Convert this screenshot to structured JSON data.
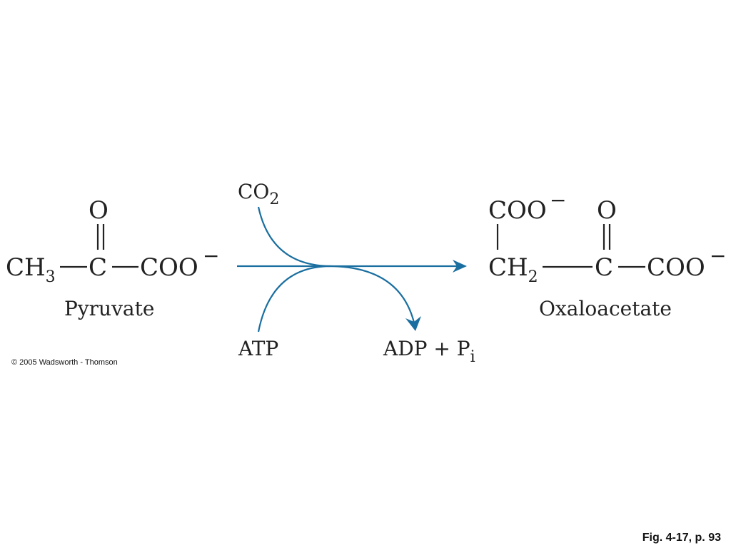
{
  "reaction": {
    "substrate": {
      "name": "Pyruvate",
      "atom_o": "O",
      "ch3": "CH",
      "ch3_sub": "3",
      "c": "C",
      "coo": "COO",
      "charge": "−"
    },
    "product": {
      "name": "Oxaloacetate",
      "top_coo": "COO",
      "top_charge": "−",
      "atom_o": "O",
      "ch2": "CH",
      "ch2_sub": "2",
      "c": "C",
      "coo": "COO",
      "charge": "−"
    },
    "cofactors": {
      "co2": "CO",
      "co2_sub": "2",
      "atp": "ATP",
      "adp_pi": "ADP + P",
      "pi_sub": "i"
    }
  },
  "footer": {
    "copyright": "© 2005 Wadsworth - Thomson",
    "figure_ref": "Fig. 4-17, p. 93"
  },
  "colors": {
    "arrow": "#1a6fa0",
    "text": "#222222"
  }
}
